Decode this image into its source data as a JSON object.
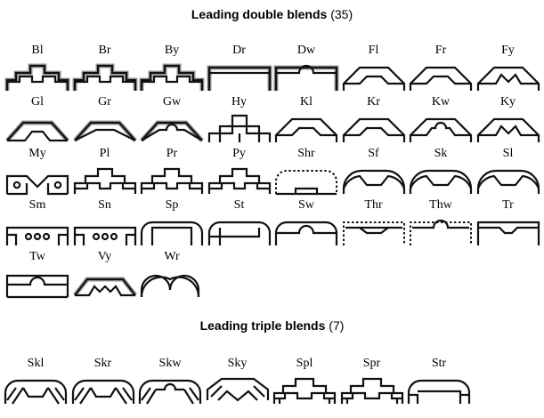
{
  "doubles": {
    "title_bold": "Leading double blends",
    "count": "(35)",
    "items": [
      {
        "label": "Bl",
        "kind": "stepBlend"
      },
      {
        "label": "Br",
        "kind": "stepBlend"
      },
      {
        "label": "By",
        "kind": "stepBlend"
      },
      {
        "label": "Dr",
        "kind": "dr"
      },
      {
        "label": "Dw",
        "kind": "dw"
      },
      {
        "label": "Fl",
        "kind": "hat"
      },
      {
        "label": "Fr",
        "kind": "hat"
      },
      {
        "label": "Fy",
        "kind": "hatV"
      },
      {
        "label": "Gl",
        "kind": "gl"
      },
      {
        "label": "Gr",
        "kind": "chev"
      },
      {
        "label": "Gw",
        "kind": "chevBump"
      },
      {
        "label": "Hy",
        "kind": "hy"
      },
      {
        "label": "Kl",
        "kind": "hat"
      },
      {
        "label": "Kr",
        "kind": "hat"
      },
      {
        "label": "Kw",
        "kind": "hatBump"
      },
      {
        "label": "Ky",
        "kind": "hatV"
      },
      {
        "label": "My",
        "kind": "my"
      },
      {
        "label": "Pl",
        "kind": "step"
      },
      {
        "label": "Pr",
        "kind": "step"
      },
      {
        "label": "Py",
        "kind": "step"
      },
      {
        "label": "Shr",
        "kind": "shr"
      },
      {
        "label": "Sf",
        "kind": "roundHat"
      },
      {
        "label": "Sk",
        "kind": "roundHat"
      },
      {
        "label": "Sl",
        "kind": "roundHat"
      },
      {
        "label": "Sm",
        "kind": "sm"
      },
      {
        "label": "Sn",
        "kind": "sm"
      },
      {
        "label": "Sp",
        "kind": "sp"
      },
      {
        "label": "St",
        "kind": "st"
      },
      {
        "label": "Sw",
        "kind": "sw"
      },
      {
        "label": "Thr",
        "kind": "thr"
      },
      {
        "label": "Thw",
        "kind": "thw"
      },
      {
        "label": "Tr",
        "kind": "tr"
      },
      {
        "label": "Tw",
        "kind": "tw"
      },
      {
        "label": "Vy",
        "kind": "vy"
      },
      {
        "label": "Wr",
        "kind": "wr"
      }
    ]
  },
  "triples": {
    "title_bold": "Leading triple blends",
    "count": "(7)",
    "items": [
      {
        "label": "Skl",
        "kind": "triple"
      },
      {
        "label": "Skr",
        "kind": "triple"
      },
      {
        "label": "Skw",
        "kind": "tripleBump"
      },
      {
        "label": "Sky",
        "kind": "tripleV"
      },
      {
        "label": "Spl",
        "kind": "tripleStep"
      },
      {
        "label": "Spr",
        "kind": "tripleStep"
      },
      {
        "label": "Str",
        "kind": "tripleStr"
      }
    ]
  }
}
